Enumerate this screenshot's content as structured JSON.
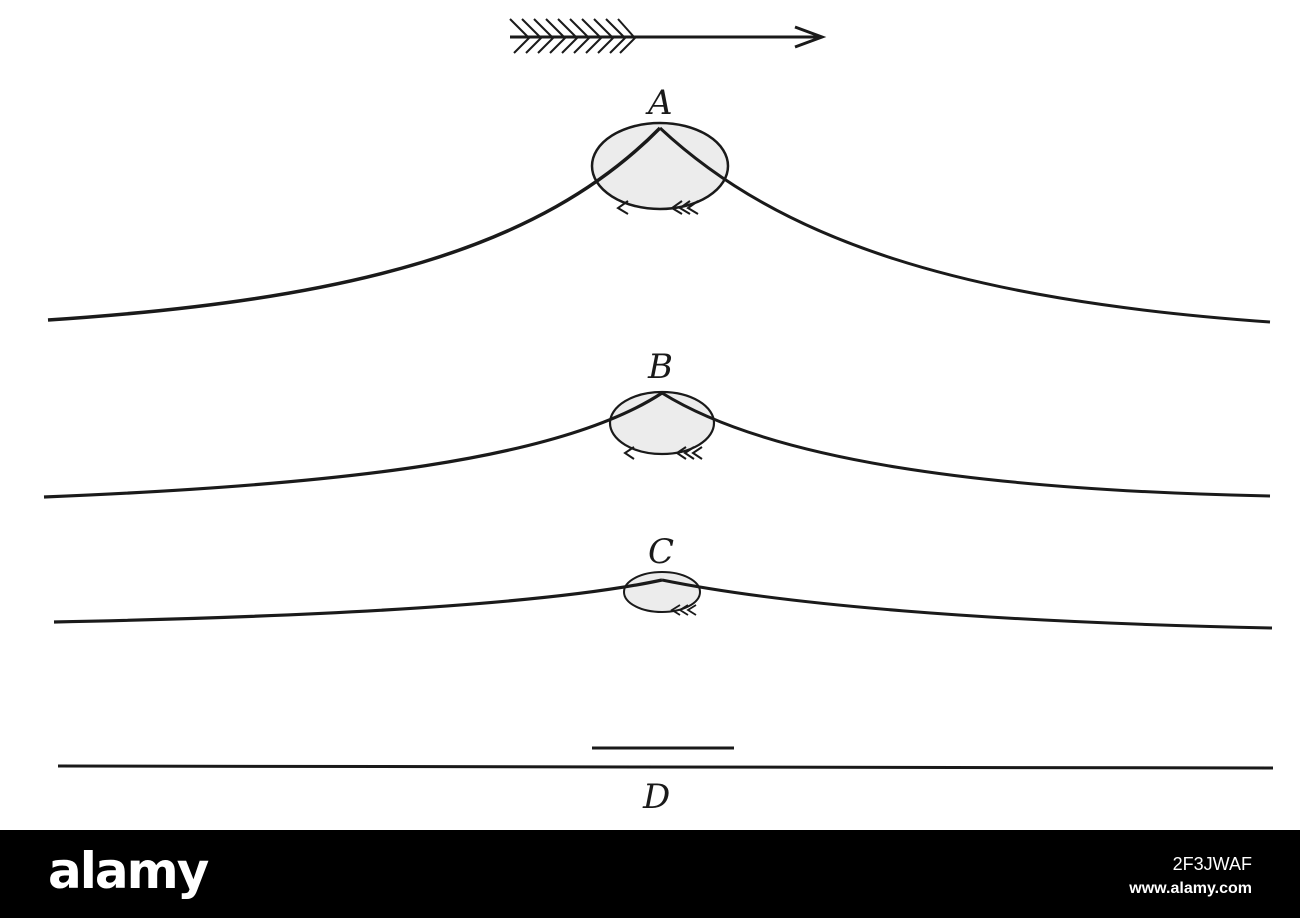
{
  "diagram": {
    "labels": {
      "a": "A",
      "b": "B",
      "c": "C",
      "d": "D"
    },
    "colors": {
      "ink": "#1a1a1a",
      "bubble_fill": "#ececec",
      "background": "#ffffff"
    }
  },
  "watermark": {
    "brand": "alamy",
    "image_id": "2F3JWAF",
    "site": "www.alamy.com",
    "bar_color": "#000000",
    "text_color": "#ffffff"
  }
}
